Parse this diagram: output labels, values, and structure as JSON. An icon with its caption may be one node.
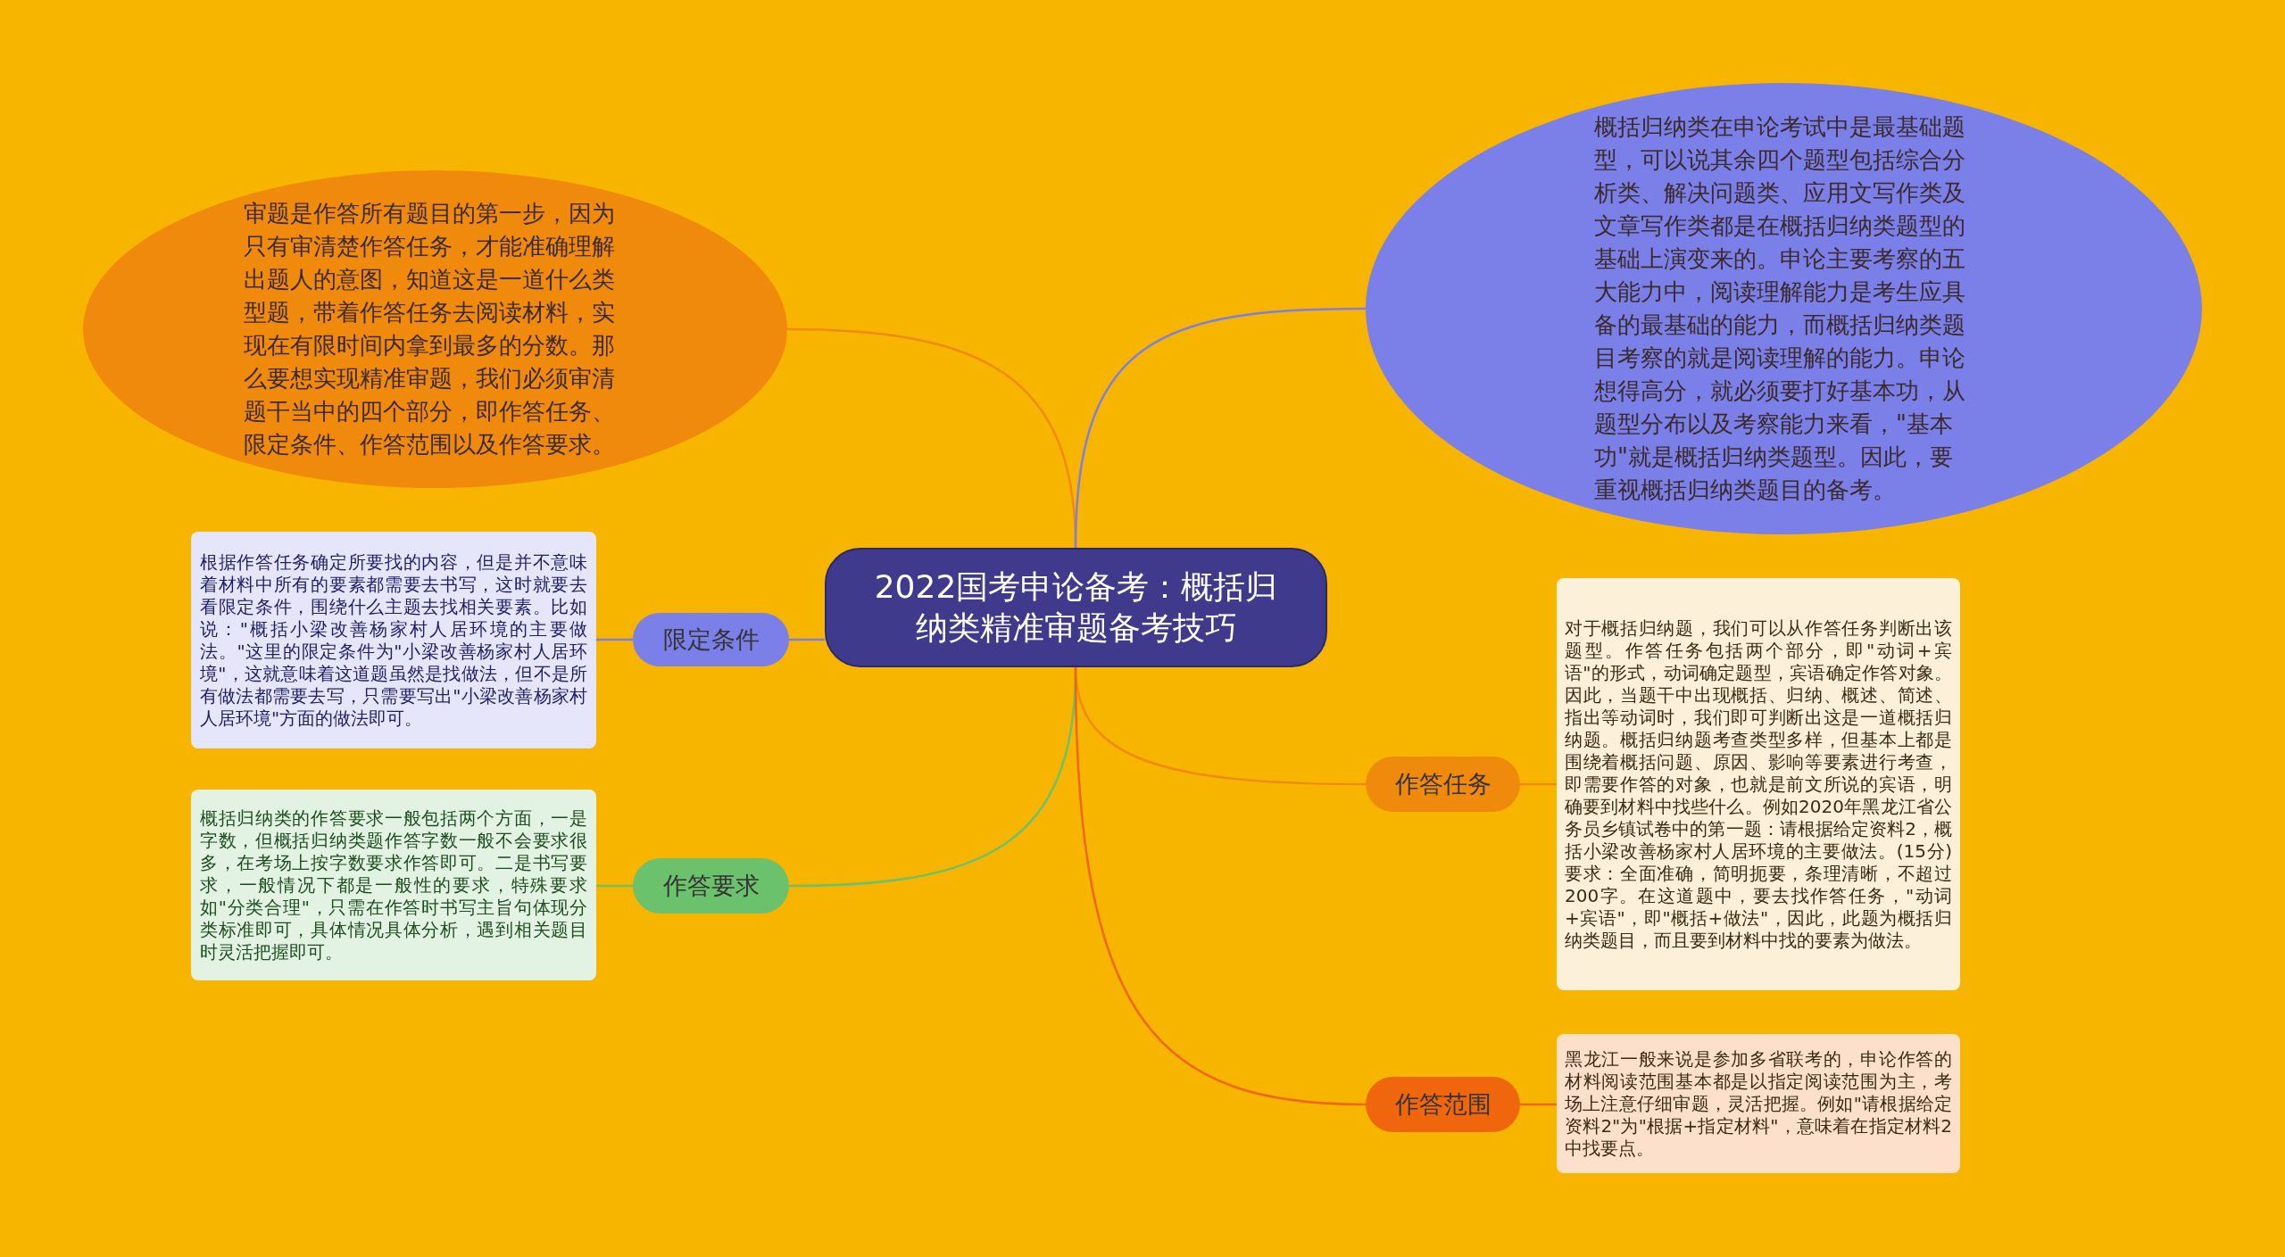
{
  "diagram": {
    "nodes": [
      {
        "text": [
          "2022国考申论备考：概括归纳类精准审题备考技巧"
        ]
      },
      {
        "text": [
          "审题是作答所有题目的第一步，因为只有审清楚作答任务，才能准确理解出题人的意图，知道这是一道什么类型题，带着作答任务去阅读材料，实现在有限时间内拿到最多的分数。那么要想实现精准审题，我们必须审清题干当中的四个部分，即作答任务、限定条件、作答范围以及作答要求。"
        ]
      },
      {
        "text": [
          "概括归纳类在申论考试中是最基础题型，可以说其余四个题型包括综合分析类、解决问题类、应用文写作类及文章写作类都是在概括归纳类题型的基础上演变来的。申论主要考察的五大能力中，阅读理解能力是考生应具备的最基础的能力，而概括归纳类题目考察的就是阅读理解的能力。申论想得高分，就必须要打好基本功，从题型分布以及考察能力来看，\"基本功\"就是概括归纳类题型。因此，要重视概括归纳类题目的备考。"
        ]
      },
      {
        "text": [
          "限定条件"
        ]
      },
      {
        "text": [
          "根据作答任务确定所要找的内容，但是并不意味着材料中所有的要素都需要去书写，这时就要去看限定条件，围绕什么主题去找相关要素。比如说：\"概括小梁改善杨家村人居环境的主要做法。\"这里的限定条件为\"小梁改善杨家村人居环境\"，这就意味着这道题虽然是找做法，但不是所有做法都需要去写，只需要写出\"小梁改善杨家村人居环境\"方面的做法即可。"
        ]
      },
      {
        "text": [
          "作答要求"
        ]
      },
      {
        "text": [
          "概括归纳类的作答要求一般包括两个方面，一是字数，但概括归纳类题作答字数一般不会要求很多，在考场上按字数要求作答即可。二是书写要求，一般情况下都是一般性的要求，特殊要求如\"分类合理\"，只需在作答时书写主旨句体现分类标准即可，具体情况具体分析，遇到相关题目时灵活把握即可。"
        ]
      },
      {
        "text": [
          "作答任务"
        ]
      },
      {
        "text": [
          "对于概括归纳题，我们可以从作答任务判断出该题型。作答任务包括两个部分，即\"动词+宾语\"的形式，动词确定题型，宾语确定作答对象。因此，当题干中出现概括、归纳、概述、简述、指出等动词时，我们即可判断出这是一道概括归纳题。概括归纳题考查类型多样，但基本上都是围绕着概括问题、原因、影响等要素进行考查，即需要作答的对象，也就是前文所说的宾语，明确要到材料中找些什么。例如2020年黑龙江省公务员乡镇试卷中的第一题：请根据给定资料2，概括小梁改善杨家村人居环境的主要做法。(15分)要求：全面准确，简明扼要，条理清晰，不超过200字。在这道题中，要去找作答任务，\"动词+宾语\"，即\"概括+做法\"，因此，此题为概括归纳类题目，而且要到材料中找的要素为做法。"
        ]
      },
      {
        "text": [
          "作答范围"
        ]
      },
      {
        "text": [
          "黑龙江一般来说是参加多省联考的，申论作答的材料阅读范围基本都是以指定阅读范围为主，考场上注意仔细审题，灵活把握。例如\"请根据给定资料2\"为\"根据+指定材料\"，意味着在指定材料2中找要点。"
        ]
      }
    ],
    "edges": [
      {
        "from": 0,
        "to": 1,
        "arrow": "none",
        "color": "#f08a0c"
      },
      {
        "from": 0,
        "to": 2,
        "arrow": "none",
        "color": "#7b7fe8"
      },
      {
        "from": 0,
        "to": 3,
        "arrow": "none",
        "color": "#7b7fe8"
      },
      {
        "from": 3,
        "to": 4,
        "arrow": "none",
        "color": "#7b7fe8"
      },
      {
        "from": 0,
        "to": 5,
        "arrow": "none",
        "color": "#6cc26c"
      },
      {
        "from": 5,
        "to": 6,
        "arrow": "none",
        "color": "#6cc26c"
      },
      {
        "from": 0,
        "to": 7,
        "arrow": "none",
        "color": "#f08a0c"
      },
      {
        "from": 7,
        "to": 8,
        "arrow": "none",
        "color": "#f08a0c"
      },
      {
        "from": 0,
        "to": 9,
        "arrow": "none",
        "color": "#f0660c"
      },
      {
        "from": 9,
        "to": 10,
        "arrow": "none",
        "color": "#f0660c"
      }
    ]
  }
}
